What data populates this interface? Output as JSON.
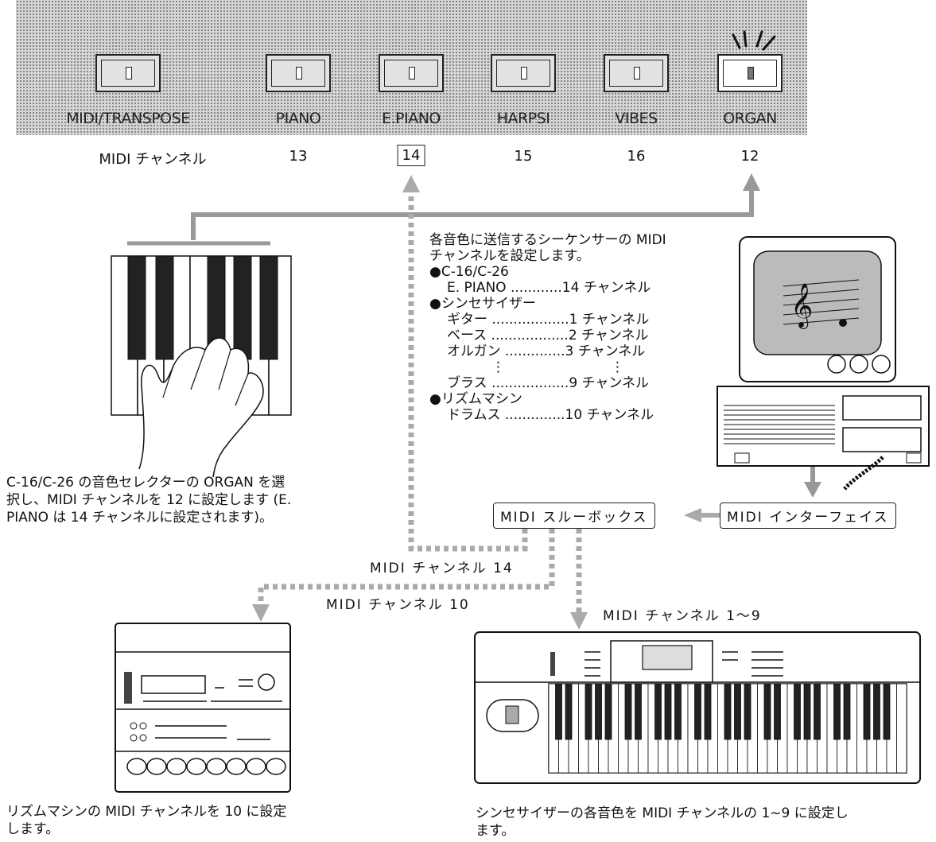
{
  "panel": {
    "buttons": [
      {
        "label": "MIDI/TRANSPOSE",
        "channel": "MIDI チャンネル",
        "active": false
      },
      {
        "label": "PIANO",
        "channel": "13",
        "active": false
      },
      {
        "label": "E.PIANO",
        "channel": "14",
        "active": false
      },
      {
        "label": "HARPSI",
        "channel": "15",
        "active": false
      },
      {
        "label": "VIBES",
        "channel": "16",
        "active": false
      },
      {
        "label": "ORGAN",
        "channel": "12",
        "active": true
      }
    ]
  },
  "sequencer_note": {
    "line1": "各音色に送信するシーケンサーの MIDI",
    "line2": "チャンネルを設定します。",
    "group1_title": "●C-16/C-26",
    "group1_item1": "E. PIANO ............14 チャンネル",
    "group2_title": "●シンセサイザー",
    "group2_item1": "ギター ..................1 チャンネル",
    "group2_item2": "ベース ..................2 チャンネル",
    "group2_item3": "オルガン ..............3 チャンネル",
    "group2_ellipsis1": "⋮",
    "group2_ellipsis2": "⋮",
    "group2_item4": "ブラス ..................9 チャンネル",
    "group3_title": "●リズムマシン",
    "group3_item1": "ドラムス ..............10 チャンネル"
  },
  "keyboard_caption": {
    "line1": "C-16/C-26 の音色セレクターの ORGAN を選",
    "line2": "択し、MIDI チャンネルを 12 に設定します (E.",
    "line3": "PIANO は 14 チャンネルに設定されます)。"
  },
  "thru_box_label": "MIDI スルーボックス",
  "interface_label": "MIDI インターフェイス",
  "route_labels": {
    "ch14": "MIDI チャンネル 14",
    "ch10": "MIDI チャンネル 10",
    "ch1_9": "MIDI チャンネル 1〜9"
  },
  "rhythm_caption": {
    "line1": "リズムマシンの MIDI チャンネルを 10 に設定",
    "line2": "します。"
  },
  "synth_caption": {
    "line1": "シンセサイザーの各音色を MIDI チャンネルの 1~9 に設定し",
    "line2": "ます。"
  }
}
